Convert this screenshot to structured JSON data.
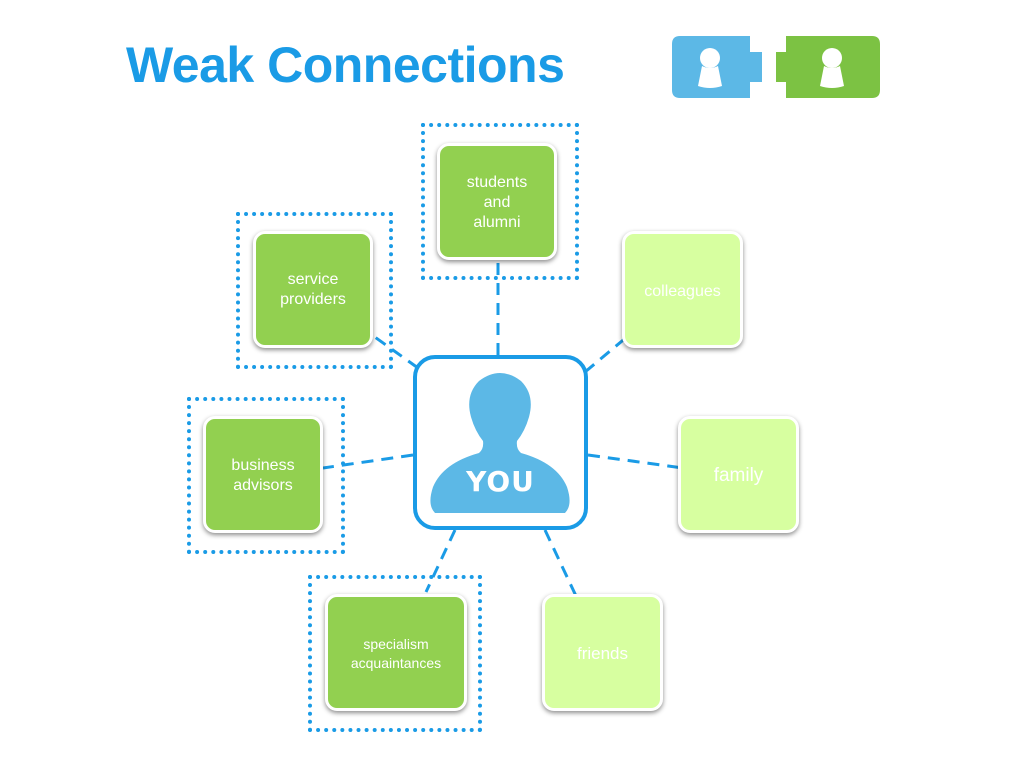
{
  "title": "Weak Connections",
  "colors": {
    "accent": "#1a9be6",
    "weak_node": "#92d050",
    "strong_node": "#d7ffa0",
    "you_figure": "#5cb8e6",
    "logo_left": "#5cb8e6",
    "logo_right": "#7cc243"
  },
  "center": {
    "label": "YOU",
    "icon": "person-icon"
  },
  "logo": {
    "icons": [
      "person-icon",
      "person-icon"
    ]
  },
  "nodes": {
    "students_alumni": {
      "label": "students\nand\nalumni",
      "weak": true
    },
    "service_providers": {
      "label": "service\nproviders",
      "weak": true
    },
    "business_advisors": {
      "label": "business\nadvisors",
      "weak": true
    },
    "specialism_acquaintances": {
      "label": "specialism\nacquaintances",
      "weak": true
    },
    "colleagues": {
      "label": "colleagues",
      "weak": false
    },
    "family": {
      "label": "family",
      "weak": false
    },
    "friends": {
      "label": "friends",
      "weak": false
    }
  }
}
